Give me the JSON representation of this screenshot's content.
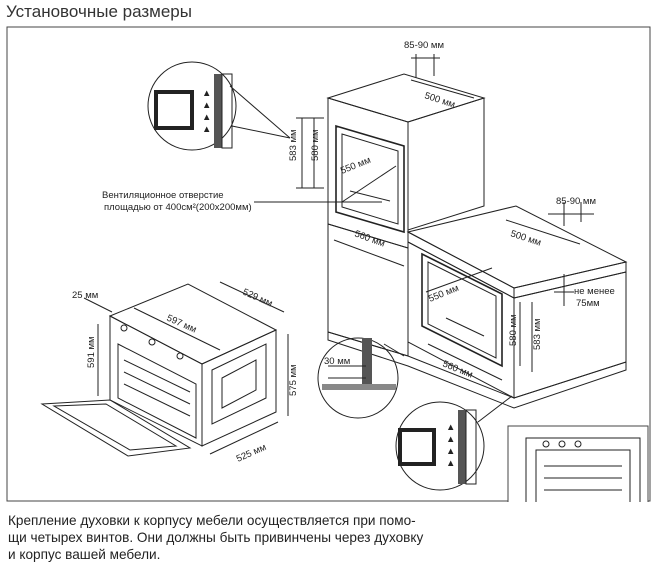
{
  "title": "Установочные размеры",
  "caption": {
    "lines": [
      "Крепление духовки к корпусу мебели осуществляется при помо-",
      "щи четырех винтов. Они должны быть привинчены через духовку",
      "и корпус вашей мебели."
    ]
  },
  "dimensions": {
    "tall_gap_top": "85-90 мм",
    "tall_depth": "500 мм",
    "tall_height_outer": "583 мм",
    "tall_height_inner": "580 мм",
    "tall_niche_width": "550 мм",
    "tall_base_width": "560 мм",
    "vent_line1": "Вентиляционное отверстие",
    "vent_line2": "площадью от 400см²(200х200мм)",
    "under_gap_top": "85-90 мм",
    "under_depth": "500 мм",
    "under_niche_width": "550 мм",
    "under_height_inner": "580 мм",
    "under_height_outer": "583 мм",
    "under_gap_min_line1": "не менее",
    "under_gap_min_line2": "75мм",
    "under_base_width": "560 мм",
    "oven_side": "25 мм",
    "oven_depth_top": "529 мм",
    "oven_width": "597 мм",
    "oven_height": "591 мм",
    "oven_body_height": "575 мм",
    "oven_body_depth": "525 мм",
    "plinth_gap": "30 мм"
  },
  "colors": {
    "line": "#222222",
    "shade": "#d9d9d9",
    "dark": "#555555"
  },
  "icons": {
    "arrow": "arrow-up-icon"
  }
}
